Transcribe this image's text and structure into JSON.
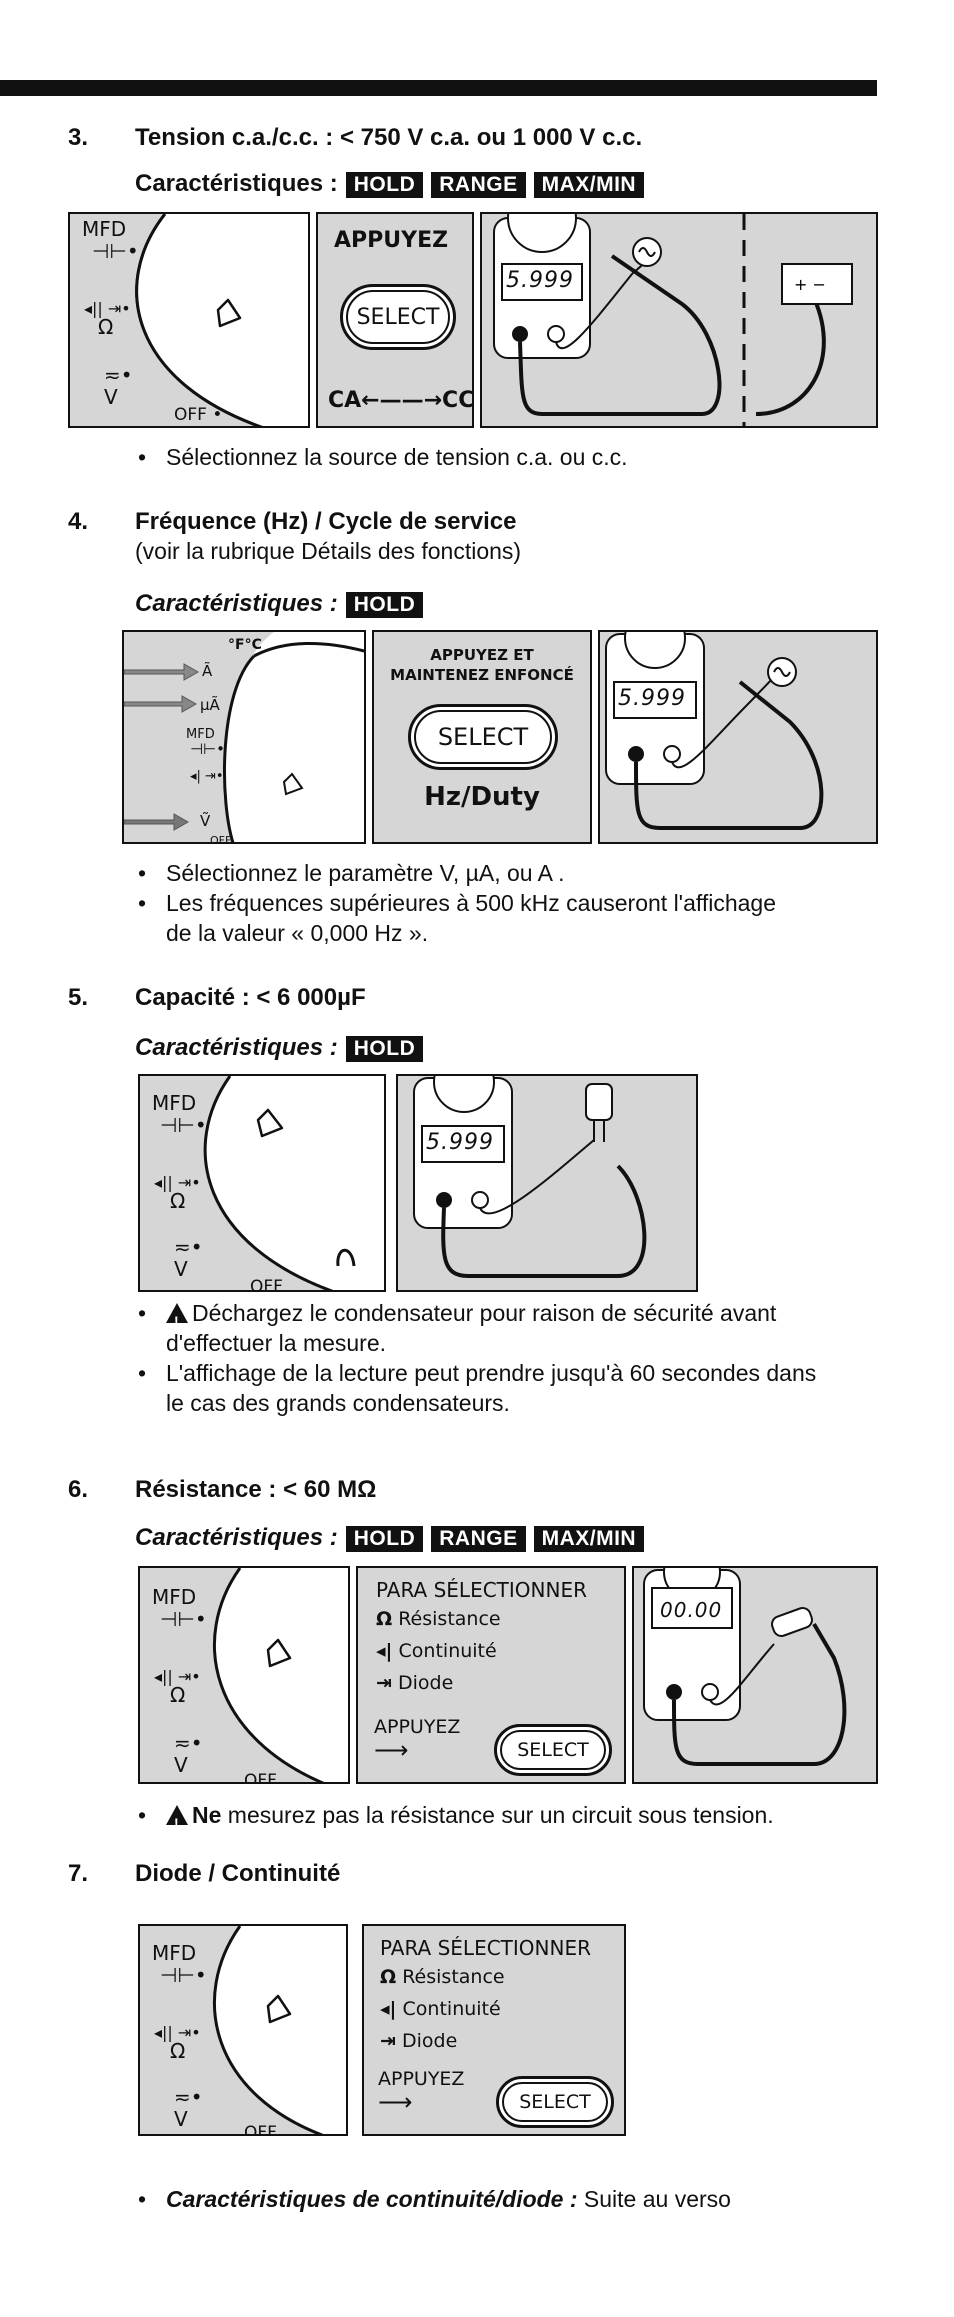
{
  "s3": {
    "num": "3.",
    "title": "Tension c.a./c.c. : < 750 V c.a. ou 1 000 V c.c.",
    "features_label": "Caractéristiques :",
    "badges": [
      "HOLD",
      "RANGE",
      "MAX/MIN"
    ],
    "dial": {
      "mfd": "MFD",
      "cap_sym": "⊣⊢",
      "omega": "Ω",
      "v": "V",
      "off": "OFF"
    },
    "press": "APPUYEZ",
    "select": "SELECT",
    "ca": "CA",
    "cc": "CC",
    "lcd": "5.999",
    "bullets": [
      "Sélectionnez la source de tension c.a. ou c.c."
    ]
  },
  "s4": {
    "num": "4.",
    "title": "Fréquence (Hz) / Cycle de service",
    "subtitle": "(voir la rubrique Détails des fonctions)",
    "features_label": "Caractéristiques :",
    "badges": [
      "HOLD"
    ],
    "dial": {
      "degf": "°F°C",
      "a": "Ã",
      "ua": "µÃ",
      "mfd": "MFD",
      "v": "Ṽ",
      "off": "OFF"
    },
    "press_line1": "APPUYEZ ET",
    "press_line2": "MAINTENEZ ENFONCÉ",
    "select": "SELECT",
    "hzduty": "Hz/Duty",
    "lcd": "5.999",
    "bullet1": "Sélectionnez le paramètre V, µA, ou A .",
    "bullet2_l1": "Les fréquences supérieures à 500 kHz causeront l'affichage",
    "bullet2_l2": "de la valeur « 0,000 Hz »."
  },
  "s5": {
    "num": "5.",
    "title": "Capacité : < 6 000µF",
    "features_label": "Caractéristiques :",
    "badges": [
      "HOLD"
    ],
    "dial": {
      "mfd": "MFD",
      "v": "V",
      "off": "OFF"
    },
    "lcd": "5.999",
    "bullet1_l1": "Déchargez le condensateur pour raison de sécurité avant",
    "bullet1_l2": "d'effectuer la mesure.",
    "bullet2_l1": "L'affichage de la lecture peut prendre jusqu'à 60 secondes dans",
    "bullet2_l2": "le cas des grands condensateurs."
  },
  "s6": {
    "num": "6.",
    "title": "Résistance :  < 60 MΩ",
    "features_label": "Caractéristiques :",
    "badges": [
      "HOLD",
      "RANGE",
      "MAX/MIN"
    ],
    "dial": {
      "mfd": "MFD",
      "v": "V",
      "off": "OFF"
    },
    "para": "PARA SÉLECTIONNER",
    "opt1": "Résistance",
    "opt2": "Continuité",
    "opt3": "Diode",
    "press": "APPUYEZ",
    "select": "SELECT",
    "lcd": "00.00",
    "bullet_bold": "Ne",
    "bullet_rest": " mesurez pas la résistance sur un circuit sous tension."
  },
  "s7": {
    "num": "7.",
    "title": "Diode / Continuité",
    "dial": {
      "mfd": "MFD",
      "v": "V",
      "off": "OFF"
    },
    "para": "PARA SÉLECTIONNER",
    "opt1": "Résistance",
    "opt2": "Continuité",
    "opt3": "Diode",
    "press": "APPUYEZ",
    "select": "SELECT",
    "bullet_italic": "Caractéristiques de continuité/diode :",
    "bullet_rest": " Suite au verso"
  }
}
